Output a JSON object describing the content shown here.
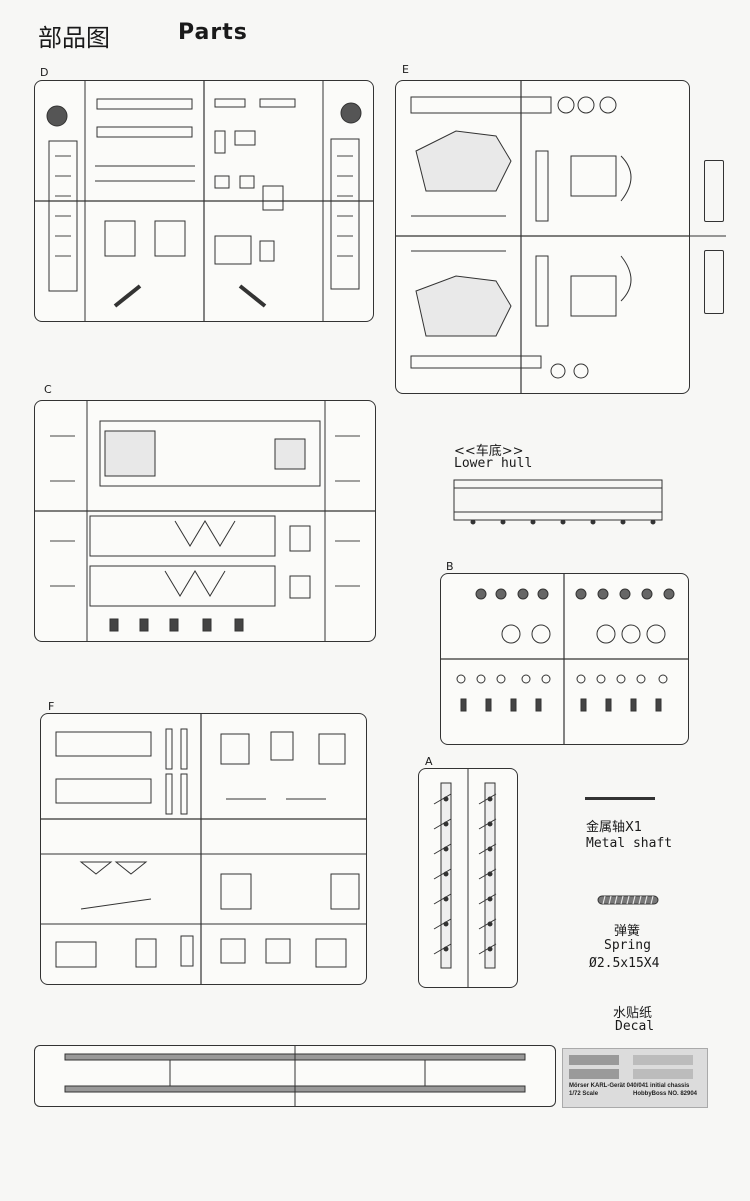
{
  "header": {
    "title_cn": "部品图",
    "title_en": "Parts"
  },
  "sprues": {
    "D": "D",
    "E": "E",
    "C": "C",
    "B": "B",
    "F": "F",
    "A": "A"
  },
  "lower_hull": {
    "label_cn": "<<车底>>",
    "label_en": "Lower hull"
  },
  "metal_shaft": {
    "label_cn": "金属轴X1",
    "label_en": "Metal shaft"
  },
  "spring": {
    "label_cn": "弹簧",
    "label_en": "Spring",
    "spec": "Ø2.5x15X4"
  },
  "decal": {
    "label_cn": "水贴纸",
    "label_en": "Decal",
    "line1": "Mörser KARL-Gerät 040/041 initial chassis",
    "line2": "1/72 Scale",
    "line3": "HobbyBoss NO. 82904"
  }
}
